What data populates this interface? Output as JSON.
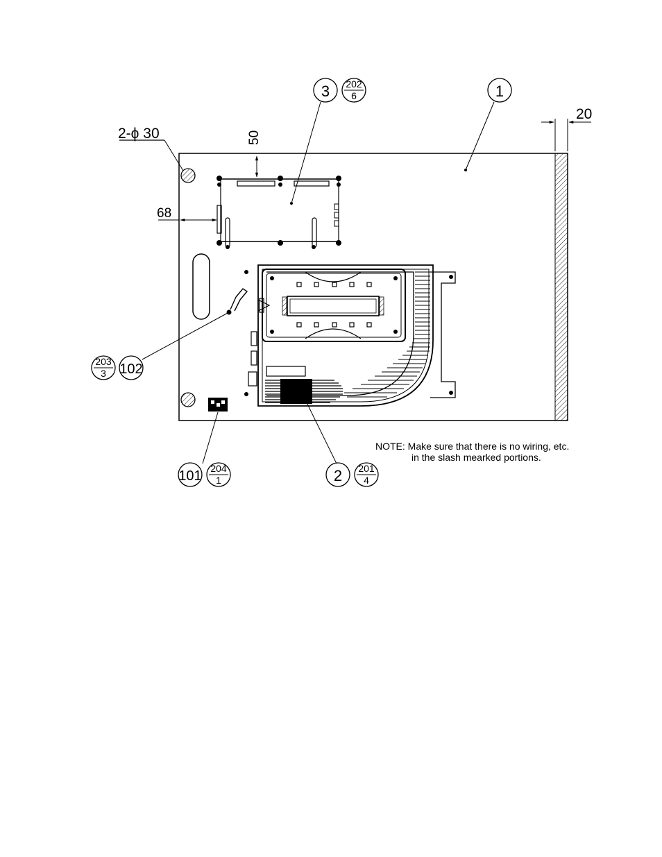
{
  "callouts": {
    "part_1": {
      "num": "1"
    },
    "part_2": {
      "num": "2",
      "top": "201",
      "bottom": "4"
    },
    "part_3": {
      "num": "3",
      "top": "202",
      "bottom": "6"
    },
    "part_101": {
      "num": "101",
      "top": "204",
      "bottom": "1"
    },
    "part_102": {
      "num": "102",
      "top": "203",
      "bottom": "3"
    }
  },
  "dimensions": {
    "holes": "2-ϕ 30",
    "top_gap": "50",
    "left_gap": "68",
    "right_strip": "20"
  },
  "note": {
    "line1": "NOTE: Make sure that there is no wiring, etc.",
    "line2": "in the slash mearked portions."
  }
}
